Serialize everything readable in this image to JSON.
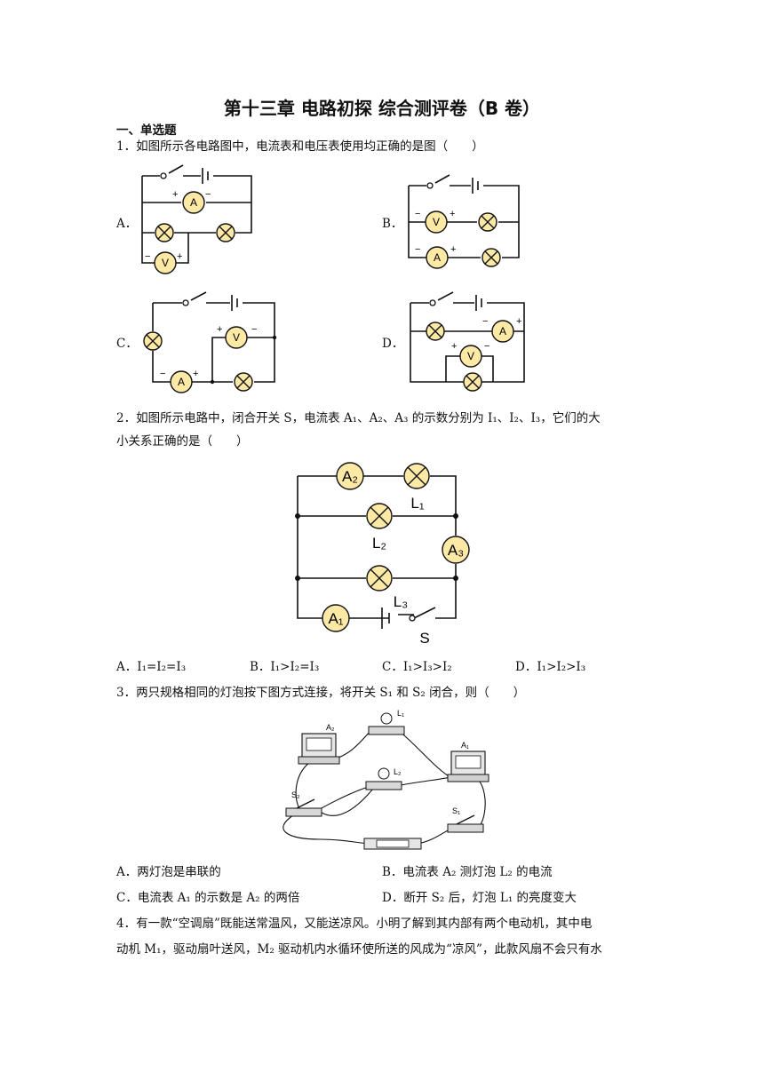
{
  "title": "第十三章 电路初探 综合测评卷（B 卷）",
  "section": "一、单选题",
  "q1": {
    "stem": "1．如图所示各电路图中，电流表和电压表使用均正确的是图（　　）",
    "labels": [
      "A．",
      "B．",
      "C．",
      "D．"
    ]
  },
  "q2": {
    "stem_line1": "2．如图所示电路中，闭合开关 S，电流表 A₁、A₂、A₃ 的示数分别为 I₁、I₂、I₃，它们的大",
    "stem_line2": "小关系正确的是（　　）",
    "options": [
      "A．I₁=I₂=I₃",
      "B．I₁>I₂=I₃",
      "C．I₁>I₃>I₂",
      "D．I₁>I₂>I₃"
    ]
  },
  "q3": {
    "stem": "3．两只规格相同的灯泡按下图方式连接，将开关 S₁ 和 S₂ 闭合，则（　　）",
    "options": [
      "A．两灯泡是串联的",
      "B．电流表 A₂ 测灯泡 L₂ 的电流",
      "C．电流表 A₁ 的示数是 A₂ 的两倍",
      "D．断开 S₂ 后，灯泡 L₁ 的亮度变大"
    ]
  },
  "q4": {
    "line1": "4．有一款“空调扇”既能送常温风，又能送凉风。小明了解到其内部有两个电动机，其中电",
    "line2": "动机 M₁，驱动扇叶送风，M₂ 驱动机内水循环使所送的风成为“凉风”，此款风扇不会只有水"
  },
  "symbols": {
    "ammeter": "A",
    "voltmeter": "V",
    "plus": "+",
    "minus": "−"
  },
  "q2_diagram": {
    "A1": "A₁",
    "A2": "A₂",
    "A3": "A₃",
    "L1": "L₁",
    "L2": "L₂",
    "L3": "L₃",
    "S": "S"
  },
  "q3_diagram": {
    "A1": "A₁",
    "A2": "A₂",
    "L1": "L₁",
    "L2": "L₂",
    "S1": "S₁",
    "S2": "S₂"
  }
}
